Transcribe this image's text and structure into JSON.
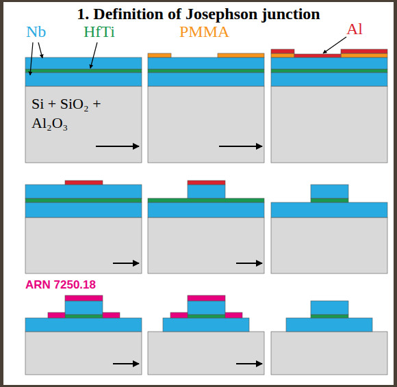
{
  "diagram": {
    "title": "1. Definition of Josephson junction",
    "labels": [
      "Nb",
      "HfTi",
      "PMMA",
      "Al",
      "Si + SiO₂ + Al₂O₃",
      "ARN 7250.18"
    ]
  }
}
